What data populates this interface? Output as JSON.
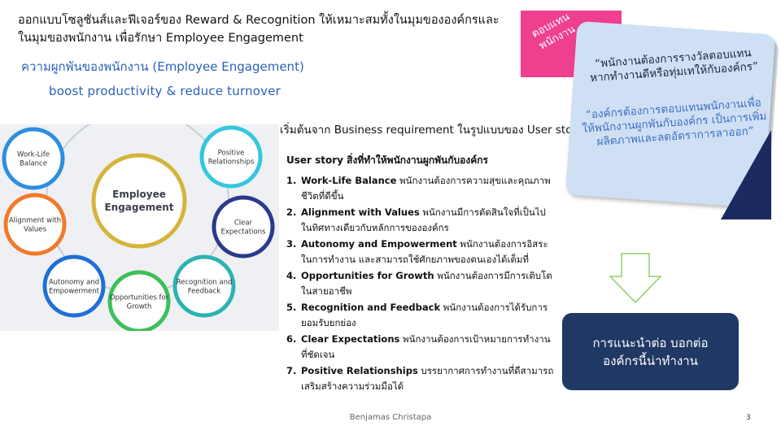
{
  "title": "ออกแบบโซลูชันส์และฟีเจอร์ของ Reward & Recognition ให้เหมาะสมทั้งในมุมขององค์กรและในมุมของพนักงาน เพื่อรักษา Employee Engagement",
  "subtitle_th": "ความผูกพันของพนักงาน (Employee Engagement)",
  "subtitle_en": "boost productivity & reduce turnover",
  "intro": "เริ่มต้นจาก Business requirement ในรูปแบบของ User story",
  "user_story_title": "User story สิ่งที่ทำให้พนักงานผูกพันกับองค์กร",
  "items": [
    {
      "num": "1.",
      "term": "Work-Life Balance",
      "desc": " พนักงานต้องการความสุขและคุณภาพชีวิตที่ดีขึ้น"
    },
    {
      "num": "2.",
      "term": "Alignment with Values",
      "desc": " พนักงานมีการตัดสินใจที่เป็นไปในทิศทางเดียวกับหลักการขององค์กร"
    },
    {
      "num": "3.",
      "term": "Autonomy and Empowerment",
      "desc": " พนักงานต้องการอิสระในการทำงาน และสามารถใช้ศักยภาพของตนเองได้เต็มที่"
    },
    {
      "num": "4.",
      "term": "Opportunities for Growth",
      "desc": " พนักงานต้องการมีการเติบโตในสายอาชีพ"
    },
    {
      "num": "5.",
      "term": "Recognition and Feedback",
      "desc": " พนักงานต้องการได้รับการยอมรับยกย่อง"
    },
    {
      "num": "6.",
      "term": "Clear Expectations",
      "desc": " พนักงานต้องการเป้าหมายการทำงานที่ชัดเจน"
    },
    {
      "num": "7.",
      "term": "Positive Relationships",
      "desc": " บรรยากาศการทำงานที่ดีสามารถเสริมสร้างความร่วมมือได้"
    }
  ],
  "diagram": {
    "center": "Employee Engagement",
    "nodes": [
      {
        "label": "Work-Life Balance",
        "color": "#2e8ee0"
      },
      {
        "label": "Alignment with Values",
        "color": "#f07a2a"
      },
      {
        "label": "Autonomy and Empowerment",
        "color": "#1f6fd8"
      },
      {
        "label": "Opportunities for Growth",
        "color": "#3cbf5a"
      },
      {
        "label": "Recognition and Feedback",
        "color": "#2bb3b0"
      },
      {
        "label": "Clear Expectations",
        "color": "#2a3a8c"
      },
      {
        "label": "Positive Relationships",
        "color": "#35c6e0"
      }
    ],
    "ring_color": "#d4b43a"
  },
  "pink_label": "ตอบแทนพนักงาน",
  "quote_employee": "“พนักงานต้องการรางวัลตอบแทนหากทำงานดีหรือทุ่มเทให้กับองค์กร”",
  "quote_org": "“องค์กรต้องการตอบแทนพนักงานเพื่อให้พนักงานผูกพันกับองค์กร เป็นการเพิ่มผลิตภาพและลดอัตราการลาออก”",
  "nav_box": [
    "การแนะนำต่อ บอกต่อ",
    "องค์กรนี้น่าทำงาน"
  ],
  "footer": "Benjamas Christapa",
  "page_number": "3",
  "colors": {
    "accent_pink": "#ef3f8f",
    "navy": "#203864",
    "blue_text": "#2b61b8",
    "arrow_green": "#8fcf6a"
  }
}
